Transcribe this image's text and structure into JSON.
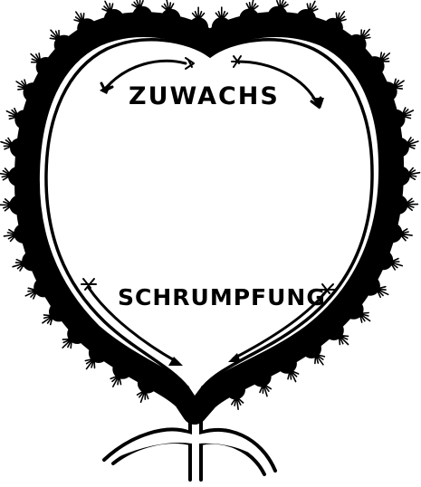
{
  "diagram": {
    "label_top": "ZUWACHS",
    "label_bottom": "SCHRUMPFUNG",
    "ink_color": "#000000",
    "background_color": "#ffffff",
    "elements": {
      "outline": "heart-shaped outline with scalloped fringed border",
      "stem": "stem with spreading roots",
      "arrows_top": "two arrows pointing outward from top center",
      "arrows_bottom": "two arrows pointing inward toward the stem"
    }
  }
}
